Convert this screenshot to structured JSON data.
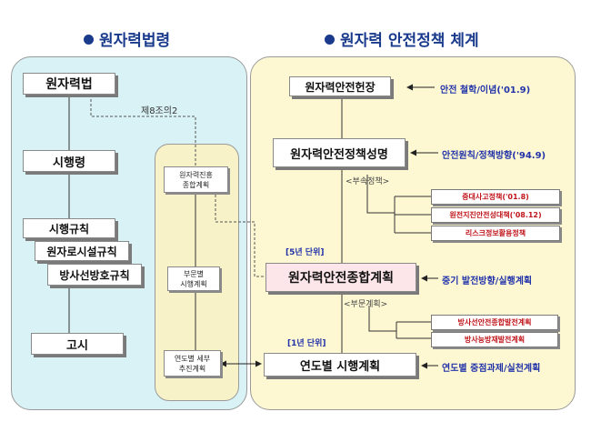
{
  "headings": {
    "left": "원자력법령",
    "right": "원자력 안전정책 체계"
  },
  "left_boxes": {
    "law": "원자력법",
    "decree": "시행령",
    "rule": "시행규칙",
    "facility_rule": "원자로시설규칙",
    "radiation_rule": "방사선방호규칙",
    "notice": "고시"
  },
  "article_label": "제8조의2",
  "middle_boxes": {
    "comprehensive": "원자력진흥\n종합계획",
    "sector": "부문별\n시행계획",
    "annual": "연도별 세부\n추진계획"
  },
  "right_boxes": {
    "charter": "원자력안전헌장",
    "statement": "원자력안전정책성명",
    "master_plan": "원자력안전종합계획",
    "annual_plan": "연도별 시행계획"
  },
  "sub_labels": {
    "annex_policy": "<부속정책>",
    "sector_plan": "<부문계획>"
  },
  "unit_labels": {
    "five_year": "[5년 단위]",
    "one_year": "[1년 단위]"
  },
  "annex_items": [
    "중대사고정책('01.8)",
    "원전지진안전성대책('08.12)",
    "리스크정보활용정책"
  ],
  "sector_items": [
    "방사선안전종합발전계획",
    "방사능방재발전계획"
  ],
  "notes": {
    "charter": "안전 철학/이념('01.9)",
    "statement": "안전원칙/정책방향('94.9)",
    "master_plan": "중기 발전방향/실행계획",
    "annual_plan": "연도별 중점과제/실천계획"
  },
  "colors": {
    "heading": "#1a3a8c",
    "left_panel": "#d8f2f6",
    "right_panel": "#fdf8d2",
    "master_fill": "#fde6ea",
    "red_text": "#c0161c",
    "note_text": "#2233aa"
  }
}
